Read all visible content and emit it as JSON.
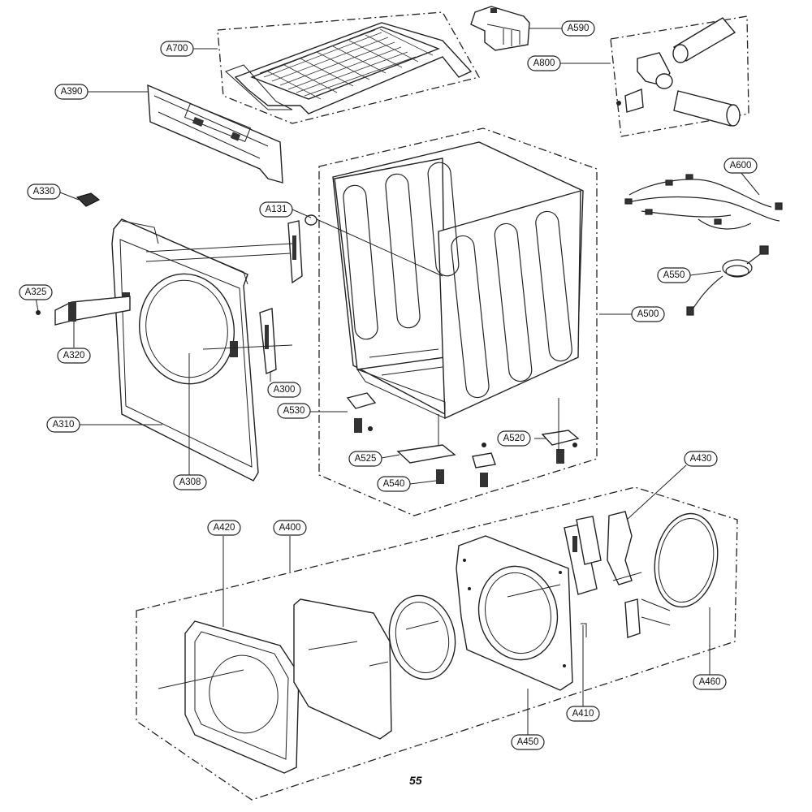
{
  "page_number": "55",
  "callouts": {
    "A700": "A700",
    "A590": "A590",
    "A800": "A800",
    "A390": "A390",
    "A330": "A330",
    "A131": "A131",
    "A600": "A600",
    "A325": "A325",
    "A550": "A550",
    "A320": "A320",
    "A500": "A500",
    "A300": "A300",
    "A530": "A530",
    "A310": "A310",
    "A520": "A520",
    "A525": "A525",
    "A430": "A430",
    "A540": "A540",
    "A308": "A308",
    "A420": "A420",
    "A400": "A400",
    "A460": "A460",
    "A410": "A410",
    "A450": "A450"
  }
}
